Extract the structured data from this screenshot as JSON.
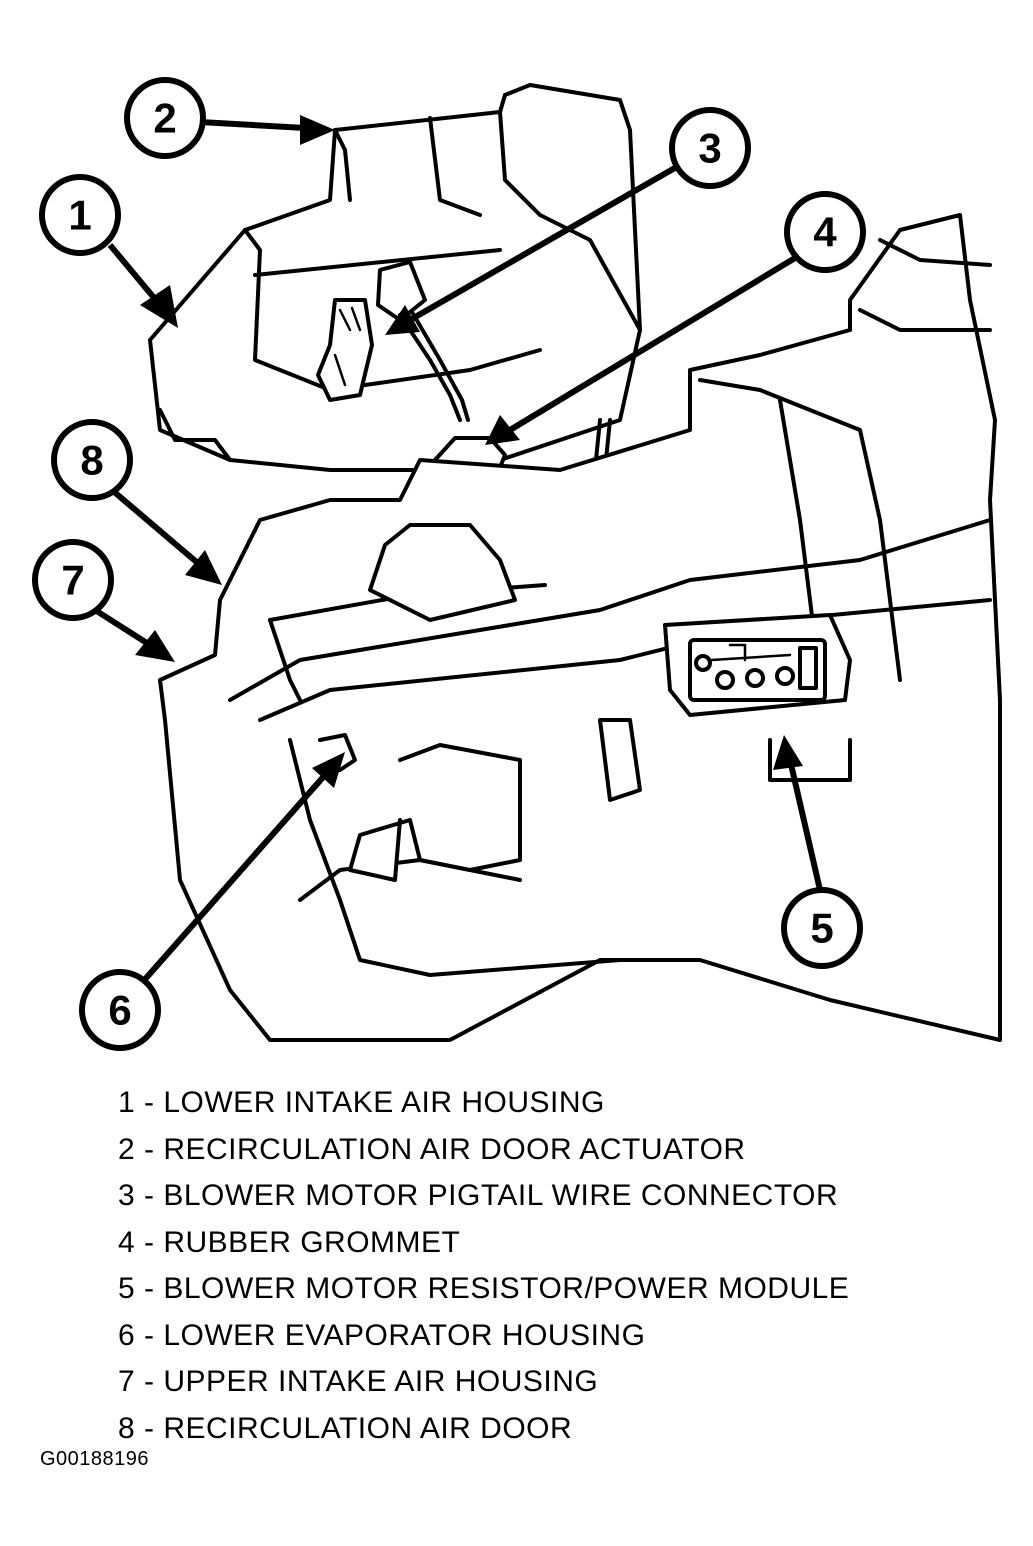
{
  "legend": [
    "1 - LOWER INTAKE AIR HOUSING",
    "2 - RECIRCULATION AIR DOOR ACTUATOR",
    "3 - BLOWER MOTOR PIGTAIL WIRE CONNECTOR",
    "4 - RUBBER GROMMET",
    "5 - BLOWER MOTOR RESISTOR/POWER MODULE",
    "6 - LOWER EVAPORATOR HOUSING",
    "7 - UPPER INTAKE AIR HOUSING",
    "8 - RECIRCULATION AIR DOOR"
  ],
  "callouts": [
    "1",
    "2",
    "3",
    "4",
    "5",
    "6",
    "7",
    "8"
  ],
  "figure_code": "G00188196"
}
